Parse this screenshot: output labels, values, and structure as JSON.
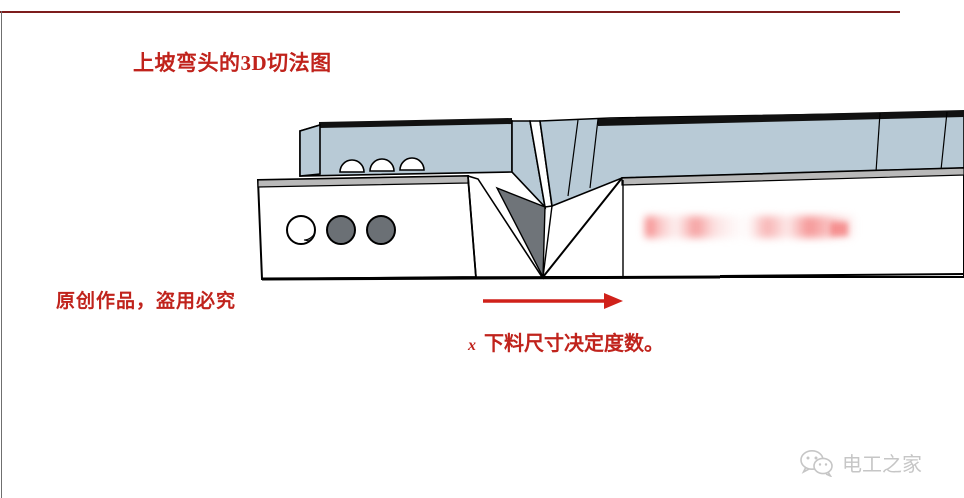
{
  "document": {
    "title": "上坡弯头的3D切法图",
    "copyright_notice": "原创作品，盗用必究",
    "caption": {
      "symbol": "x",
      "text": "下料尺寸决定度数。"
    }
  },
  "watermark": {
    "brand": "电工之家",
    "icon": "wechat-icon"
  },
  "colors": {
    "title_red": "#c0231c",
    "arrow_red": "#d0211a",
    "top_face": "#b8cad6",
    "front_face": "#ffffff",
    "shadow_face": "#6f7479",
    "hole_fill": "#6b7075",
    "outline": "#000000",
    "frame_line": "#7d1d1d",
    "watermark_gray": "#7a7a7a"
  },
  "diagram": {
    "type": "3d-isometric-sheet-metal-elbow",
    "description": "上坡弯头的3D切法示意：白色前立面带三个圆孔，蓝灰色顶面带三个半圆缺口，中部为V形切口（斜接），右侧延伸段上翘。",
    "annotations": {
      "direction_arrow": "right-arrow"
    },
    "censored_region": {
      "label": "blurred-watermark-band",
      "visible_text": ""
    },
    "front_face_holes": [
      {
        "index": 1,
        "style": "outline",
        "fill": "white",
        "has_crescent": true
      },
      {
        "index": 2,
        "style": "filled",
        "fill": "gray",
        "has_crescent": false
      },
      {
        "index": 3,
        "style": "filled",
        "fill": "gray",
        "has_crescent": false
      }
    ],
    "top_face_notches": [
      {
        "index": 1,
        "shape": "half-circle"
      },
      {
        "index": 2,
        "shape": "half-circle"
      },
      {
        "index": 3,
        "shape": "half-circle"
      }
    ]
  }
}
